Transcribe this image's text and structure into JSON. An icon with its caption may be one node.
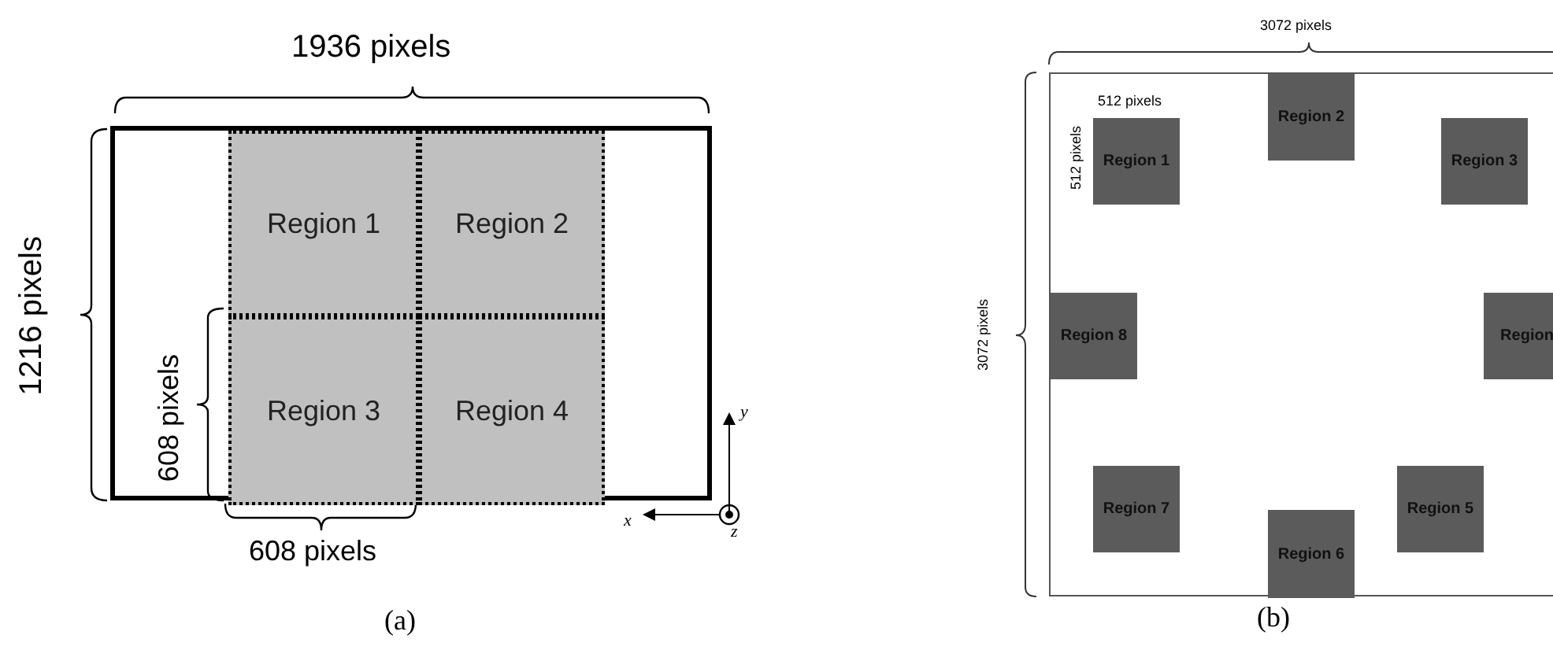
{
  "diagram": {
    "nodes": [
      {
        "text": [],
        "shape": "box"
      },
      {
        "text": [
          "Region 1"
        ],
        "in": 0
      },
      {
        "text": [
          "Region 2"
        ],
        "in": 0
      },
      {
        "text": [
          "Region 3"
        ],
        "in": 0
      },
      {
        "text": [
          "Region 4"
        ],
        "in": 0
      },
      {
        "text": [],
        "shape": "box"
      },
      {
        "text": [
          "Region 2"
        ],
        "in": 5
      },
      {
        "text": [
          "Region 1"
        ],
        "in": 5
      },
      {
        "text": [
          "Region 3"
        ],
        "in": 5
      },
      {
        "text": [
          "Region 8"
        ],
        "in": 5
      },
      {
        "text": [
          "Region"
        ],
        "in": 5
      },
      {
        "text": [
          "Region 7"
        ],
        "in": 5
      },
      {
        "text": [
          "Region 5"
        ],
        "in": 5
      },
      {
        "text": [
          "Region 6"
        ],
        "in": 5
      }
    ],
    "edges": [],
    "labels": [
      "1936 pixels",
      "1216 pixels",
      "608 pixels",
      "y",
      "x",
      "z",
      "608 pixels",
      "(a)",
      "3072 pixels",
      "512 pixels",
      "512 pixels",
      "3072 pixels",
      "(b)"
    ]
  }
}
